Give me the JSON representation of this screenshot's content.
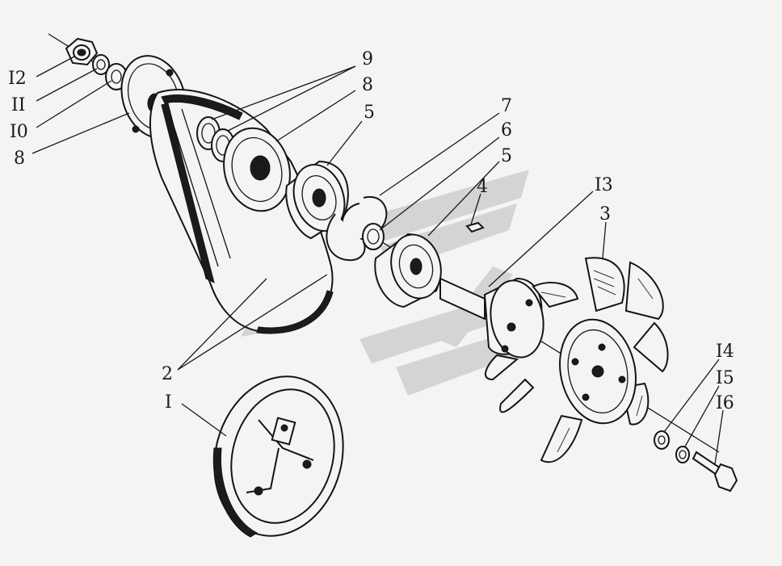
{
  "labels": {
    "l12": "I2",
    "l11": "II",
    "l10": "I0",
    "l8a": "8",
    "l9": "9",
    "l8b": "8",
    "l5a": "5",
    "l7": "7",
    "l6": "6",
    "l5b": "5",
    "l4": "4",
    "l13": "I3",
    "l3": "3",
    "l2": "2",
    "l1": "I",
    "l14": "I4",
    "l15": "I5",
    "l16": "I6"
  },
  "colors": {
    "ink": "#151515",
    "paper": "#f4f4f2",
    "watermark": "#c9c9c9"
  }
}
